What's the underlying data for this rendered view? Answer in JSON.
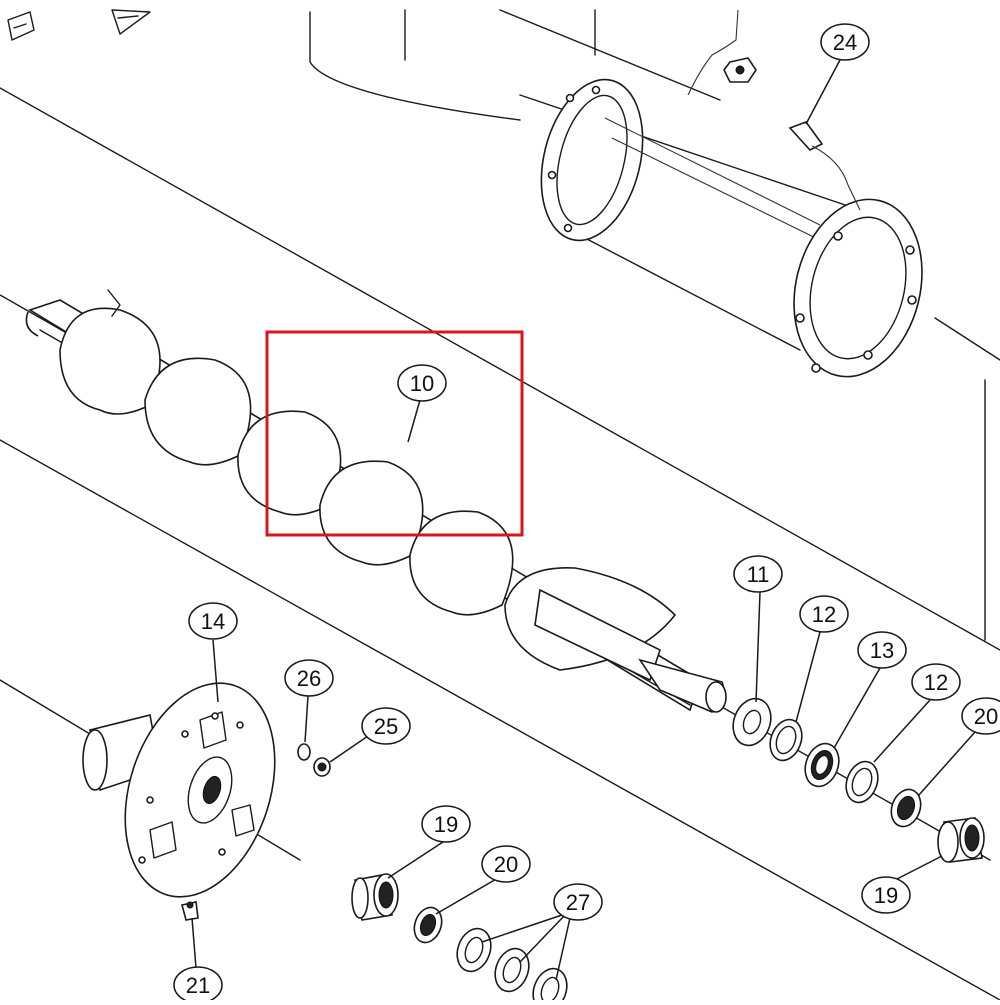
{
  "diagram": {
    "highlight_color": "#d8161b",
    "line_color": "#1a1a1a",
    "callouts": [
      {
        "id": "c24",
        "label": "24"
      },
      {
        "id": "c10",
        "label": "10"
      },
      {
        "id": "c11",
        "label": "11"
      },
      {
        "id": "c12a",
        "label": "12"
      },
      {
        "id": "c13",
        "label": "13"
      },
      {
        "id": "c12b",
        "label": "12"
      },
      {
        "id": "c20a",
        "label": "20"
      },
      {
        "id": "c14",
        "label": "14"
      },
      {
        "id": "c26",
        "label": "26"
      },
      {
        "id": "c25",
        "label": "25"
      },
      {
        "id": "c19a",
        "label": "19"
      },
      {
        "id": "c20b",
        "label": "20"
      },
      {
        "id": "c27",
        "label": "27"
      },
      {
        "id": "c19b",
        "label": "19"
      },
      {
        "id": "c21",
        "label": "21"
      }
    ]
  }
}
